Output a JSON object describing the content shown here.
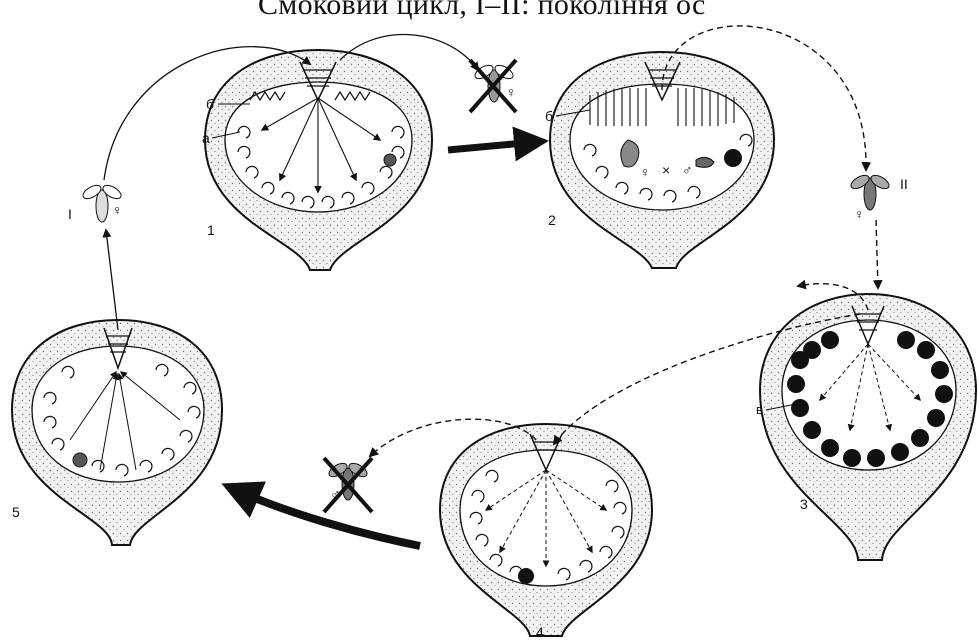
{
  "header": {
    "title": "Смоковий цикл, І–ІІ: покоління ос"
  },
  "stages": [
    {
      "number": "1"
    },
    {
      "number": "2"
    },
    {
      "number": "3"
    },
    {
      "number": "4"
    },
    {
      "number": "5"
    }
  ],
  "parts": {
    "a": "а",
    "b": "б",
    "b2": "б",
    "v": "в"
  },
  "wasp_generations": {
    "first": "I",
    "second": "II"
  },
  "symbols": {
    "female": "♀",
    "male": "♂",
    "cross": "×"
  },
  "colors": {
    "stipple": "#d9d9d9",
    "ink": "#111111",
    "arrow": "#111111"
  }
}
